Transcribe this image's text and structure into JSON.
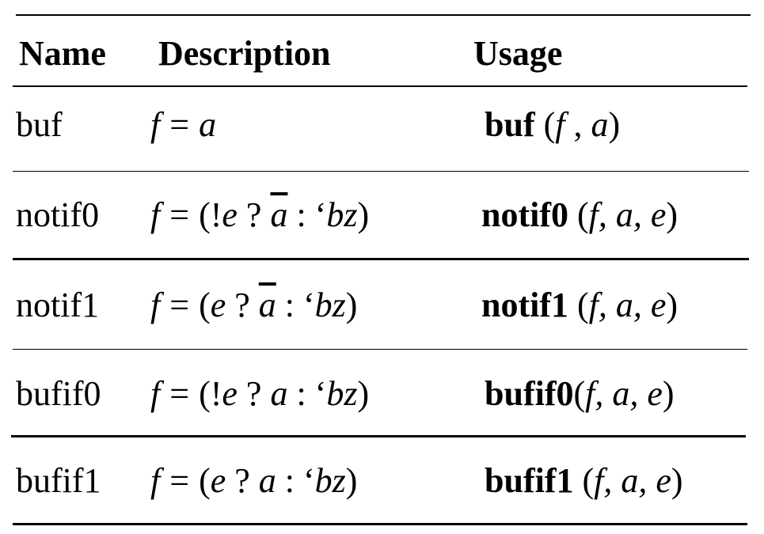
{
  "table": {
    "headers": [
      "Name",
      "Description",
      "Usage"
    ],
    "rows": [
      {
        "name": "buf",
        "desc": {
          "f": "f",
          "eq": "=",
          "rhs": "a"
        },
        "usage": {
          "kw": "buf",
          "args": [
            "(",
            "f",
            " , ",
            "a",
            ")"
          ]
        }
      },
      {
        "name": "notif0",
        "desc": {
          "f": "f",
          "eq": "=",
          "open": "(!",
          "cond": "e",
          "q": " ? ",
          "val": "a",
          "colon": " : ‘",
          "z": "bz",
          "close": ")"
        },
        "usage": {
          "kw": "notif0",
          "args": [
            " (",
            "f,",
            " ",
            "a,",
            " ",
            "e",
            ")"
          ]
        }
      },
      {
        "name": "notif1",
        "desc": {
          "f": "f",
          "eq": "=",
          "open": "(",
          "cond": "e",
          "q": " ? ",
          "val": "a",
          "colon": " : ‘",
          "z": "bz",
          "close": ")"
        },
        "usage": {
          "kw": "notif1",
          "args": [
            " (",
            "f,",
            " ",
            "a,",
            " ",
            "e",
            ")"
          ]
        }
      },
      {
        "name": "bufif0",
        "desc": {
          "f": "f",
          "eq": "=",
          "open": "(!",
          "cond": "e",
          "q": " ? ",
          "val": "a",
          "colon": " : ‘",
          "z": "bz",
          "close": ")"
        },
        "usage": {
          "kw": "bufif0",
          "args": [
            "(",
            "f,",
            " ",
            "a,",
            " ",
            "e",
            ")"
          ]
        }
      },
      {
        "name": "bufif1",
        "desc": {
          "f": "f",
          "eq": "=",
          "open": "(",
          "cond": "e",
          "q": " ? ",
          "val": "a",
          "colon": " : ‘",
          "z": "bz",
          "close": ")"
        },
        "usage": {
          "kw": "bufif1",
          "args": [
            " (",
            "f,",
            " ",
            "a,",
            " ",
            "e",
            ")"
          ]
        }
      }
    ]
  }
}
